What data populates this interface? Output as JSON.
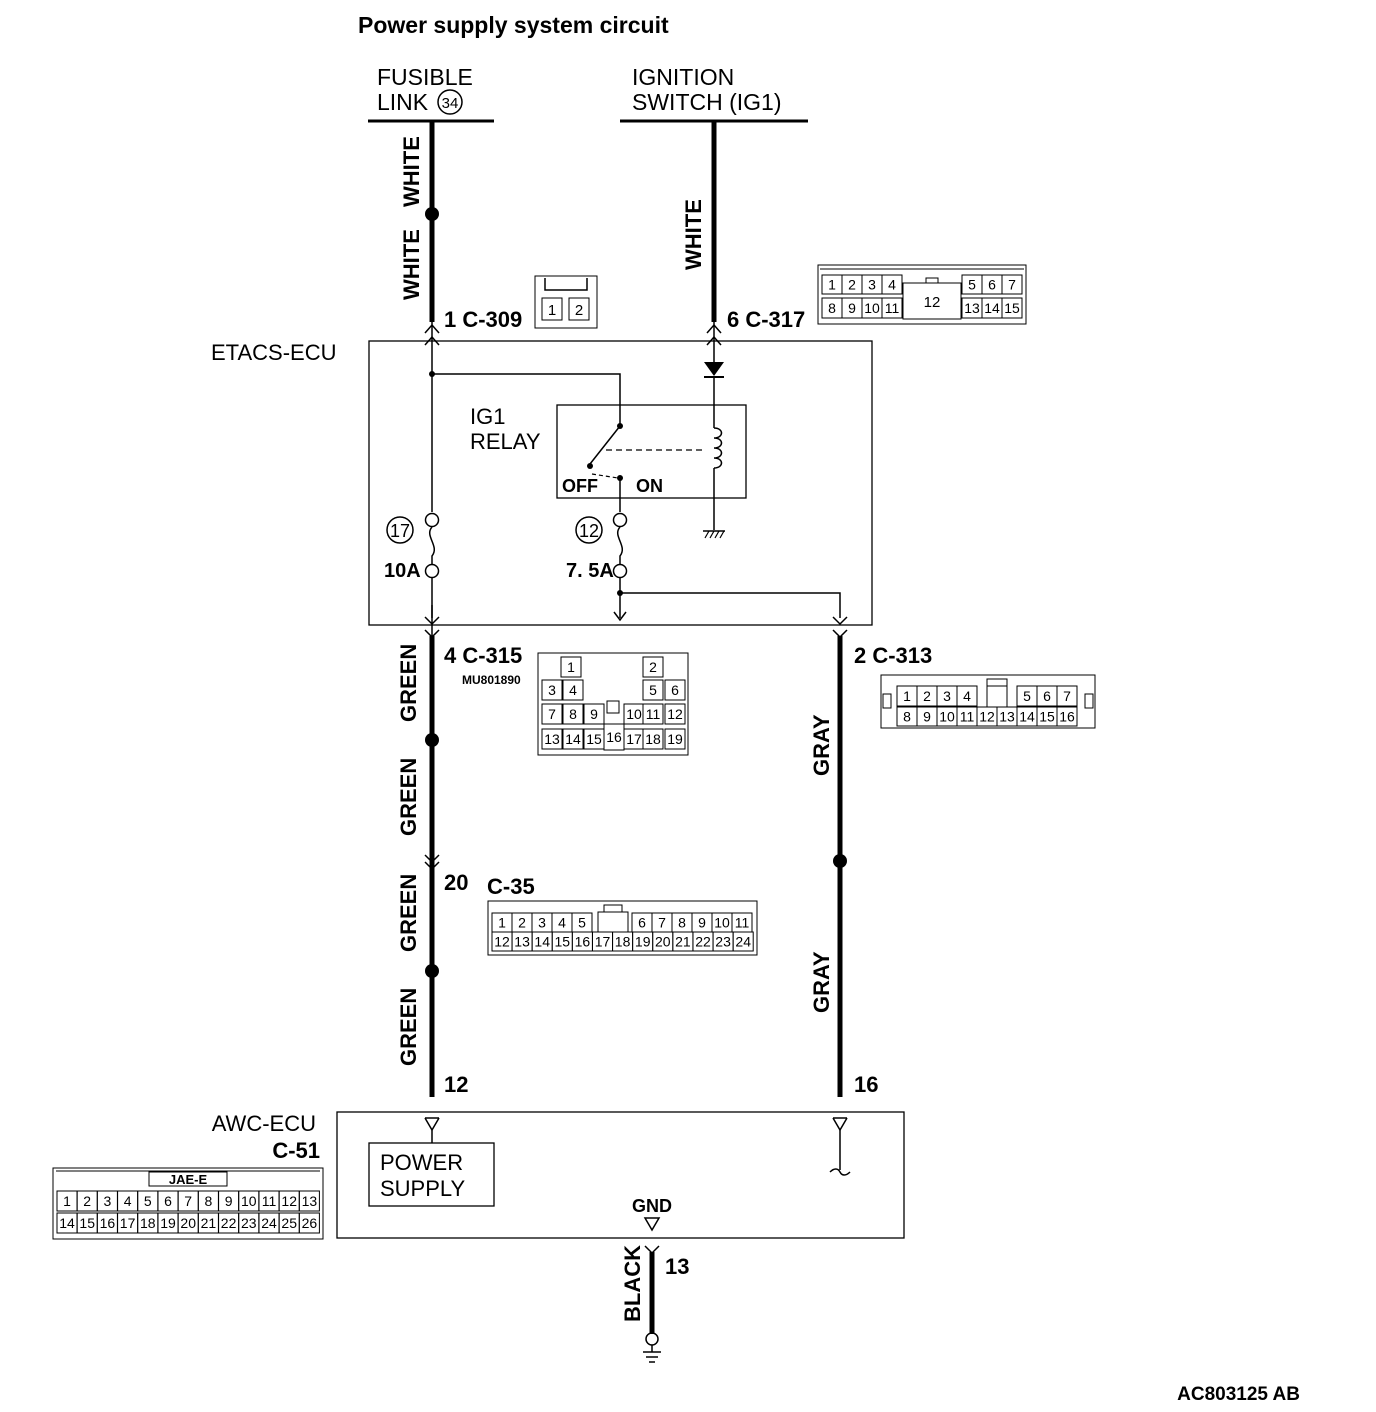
{
  "title": "Power supply system circuit",
  "sources": {
    "fusible_link": {
      "line1": "FUSIBLE",
      "line2": "LINK",
      "badge": "34"
    },
    "ignition_switch": {
      "line1": "IGNITION",
      "line2": "SWITCH (IG1)"
    }
  },
  "etacs": {
    "name": "ETACS-ECU",
    "relay": {
      "line1": "IG1",
      "line2": "RELAY",
      "off": "OFF",
      "on": "ON"
    },
    "fuses": [
      {
        "number": "17",
        "rating": "10A"
      },
      {
        "number": "12",
        "rating": "7. 5A"
      }
    ]
  },
  "awc": {
    "name": "AWC-ECU",
    "connector": "C-51",
    "block_line1": "POWER",
    "block_line2": "SUPPLY",
    "gnd": "GND"
  },
  "pins": {
    "c309": "1  C-309",
    "c317": "6  C-317",
    "c315": "4  C-315",
    "c315_part": "MU801890",
    "c313": "2  C-313",
    "c35_pin": "20",
    "c35": "C-35",
    "awc12": "12",
    "awc16": "16",
    "awc13": "13"
  },
  "wires": {
    "white1": "WHITE",
    "white2": "WHITE",
    "white3": "WHITE",
    "green1": "GREEN",
    "green2": "GREEN",
    "green3": "GREEN",
    "green4": "GREEN",
    "gray1": "GRAY",
    "gray2": "GRAY",
    "black": "BLACK"
  },
  "connectors": {
    "c309": {
      "cells": [
        "1",
        "2"
      ]
    },
    "c317": {
      "row1": [
        "1",
        "2",
        "3",
        "4",
        "5",
        "6",
        "7"
      ],
      "center": "12",
      "row2": [
        "8",
        "9",
        "10",
        "11",
        "13",
        "14",
        "15"
      ]
    },
    "c315": [
      "1",
      "2",
      "3",
      "4",
      "5",
      "6",
      "7",
      "8",
      "9",
      "10",
      "11",
      "12",
      "13",
      "14",
      "15",
      "16",
      "17",
      "18",
      "19"
    ],
    "c313": {
      "row1": [
        "1",
        "2",
        "3",
        "4",
        "5",
        "6",
        "7"
      ],
      "row2": [
        "8",
        "9",
        "10",
        "11",
        "12",
        "13",
        "14",
        "15",
        "16"
      ]
    },
    "c35": {
      "row1": [
        "1",
        "2",
        "3",
        "4",
        "5",
        "6",
        "7",
        "8",
        "9",
        "10",
        "11"
      ],
      "row2": [
        "12",
        "13",
        "14",
        "15",
        "16",
        "17",
        "18",
        "19",
        "20",
        "21",
        "22",
        "23",
        "24"
      ]
    },
    "c51": {
      "label": "JAE-E",
      "row1": [
        "1",
        "2",
        "3",
        "4",
        "5",
        "6",
        "7",
        "8",
        "9",
        "10",
        "11",
        "12",
        "13"
      ],
      "row2": [
        "14",
        "15",
        "16",
        "17",
        "18",
        "19",
        "20",
        "21",
        "22",
        "23",
        "24",
        "25",
        "26"
      ]
    }
  },
  "footer_code": "AC803125 AB"
}
